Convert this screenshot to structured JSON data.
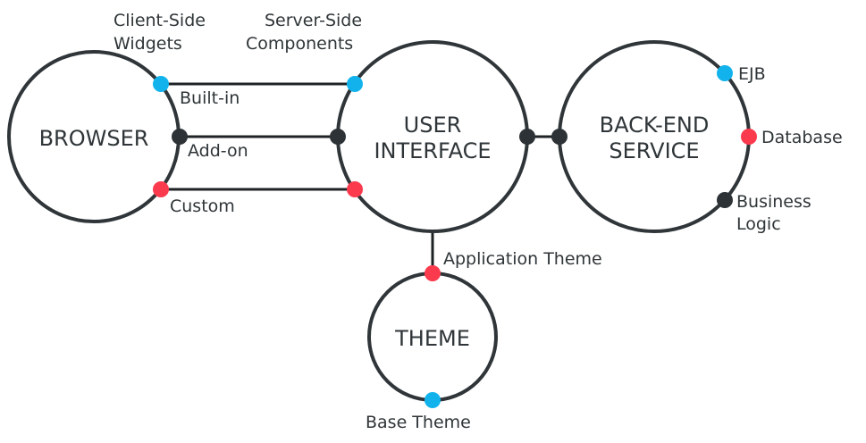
{
  "colors": {
    "ring": "#2f3538",
    "line": "#1f2326",
    "blue": "#12b3ec",
    "red": "#fc3a4e",
    "dark": "#2c3236"
  },
  "nodes": {
    "browser": "BROWSER",
    "ui": [
      "USER",
      "INTERFACE"
    ],
    "backend": [
      "BACK-END",
      "SERVICE"
    ],
    "theme": "THEME"
  },
  "labels": {
    "client_side": [
      "Client-Side",
      "Widgets"
    ],
    "server_side": [
      "Server-Side",
      "Components"
    ],
    "built_in": "Built-in",
    "add_on": "Add-on",
    "custom": "Custom",
    "ejb": "EJB",
    "database": "Database",
    "business": [
      "Business",
      "Logic"
    ],
    "app_theme": "Application Theme",
    "base_theme": "Base Theme"
  }
}
